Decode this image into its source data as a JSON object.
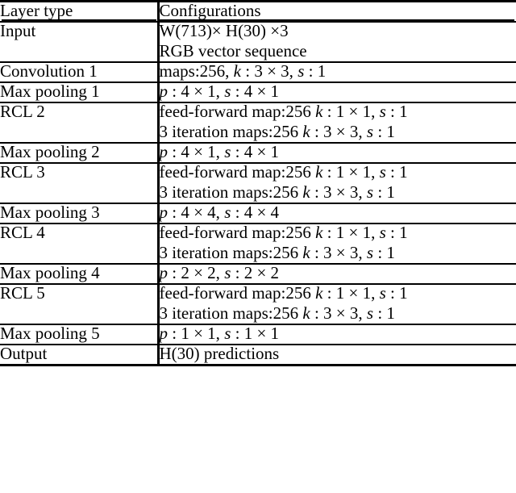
{
  "table": {
    "caption": "",
    "columns": [
      "Layer type",
      "Configurations"
    ],
    "rows": [
      {
        "layer": "Input",
        "config_lines": [
          "W(713)× H(30) ×3",
          "RGB vector sequence"
        ]
      },
      {
        "layer": "Convolution 1",
        "config_lines": [
          "maps:256, k : 3 × 3, s : 1"
        ]
      },
      {
        "layer": "Max pooling 1",
        "config_lines": [
          "p : 4 × 1, s : 4 × 1"
        ]
      },
      {
        "layer": "RCL 2",
        "config_lines": [
          "feed-forward map:256 k : 1 × 1, s : 1",
          "3 iteration maps:256 k : 3 × 3, s : 1"
        ]
      },
      {
        "layer": "Max pooling 2",
        "config_lines": [
          "p : 4 × 1, s : 4 × 1"
        ]
      },
      {
        "layer": "RCL 3",
        "config_lines": [
          "feed-forward map:256 k : 1 × 1, s : 1",
          "3 iteration maps:256 k : 3 × 3, s : 1"
        ]
      },
      {
        "layer": "Max pooling 3",
        "config_lines": [
          "p : 4 × 4, s : 4 × 4"
        ]
      },
      {
        "layer": "RCL 4",
        "config_lines": [
          "feed-forward map:256 k : 1 × 1, s : 1",
          "3 iteration maps:256 k : 3 × 3, s : 1"
        ]
      },
      {
        "layer": "Max pooling 4",
        "config_lines": [
          "p : 2 × 2, s : 2 × 2"
        ]
      },
      {
        "layer": "RCL 5",
        "config_lines": [
          "feed-forward map:256 k : 1 × 1, s : 1",
          "3 iteration maps:256 k : 3 × 3, s : 1"
        ]
      },
      {
        "layer": "Max pooling 5",
        "config_lines": [
          "p : 1 × 1, s : 1 × 1"
        ]
      },
      {
        "layer": "Output",
        "config_lines": [
          "H(30) predictions"
        ]
      }
    ]
  },
  "style": {
    "text_color": "#000000",
    "rule_color": "#000000",
    "background": "#ffffff"
  }
}
